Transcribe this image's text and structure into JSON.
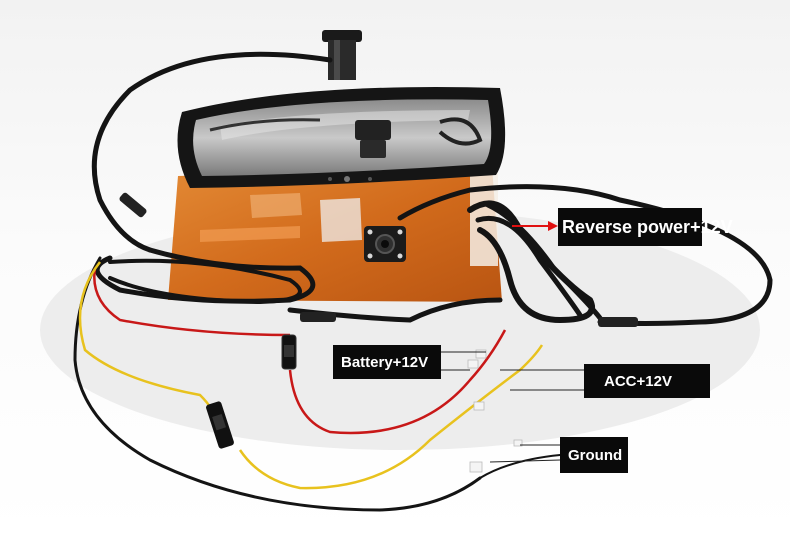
{
  "labels": {
    "reverse": "Reverse power+12V",
    "battery": "Battery+12V",
    "acc": "ACC+12V",
    "ground": "Ground"
  },
  "colors": {
    "label_background": "#0a0a0a",
    "label_text": "#ffffff",
    "arrow": "#e01010",
    "red_wire": "#c81818",
    "yellow_wire": "#e8c21e",
    "black_wire": "#141414",
    "box_orange": "#d7731f"
  }
}
